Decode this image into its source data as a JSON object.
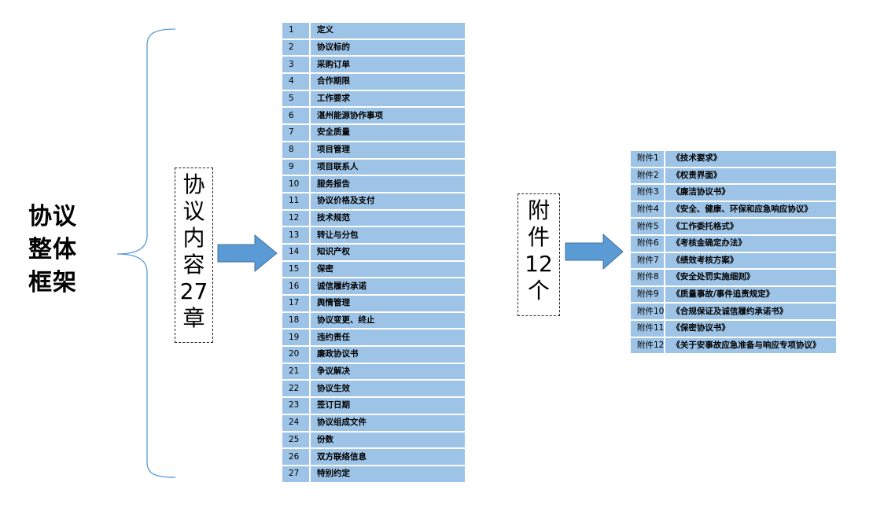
{
  "title_lines": [
    "协议",
    "整体",
    "框架"
  ],
  "contents_label": [
    "协",
    "议",
    "内",
    "容",
    "27",
    "章"
  ],
  "annex_label": [
    "附",
    "件",
    "12",
    "个"
  ],
  "chapters": [
    {
      "num": "1",
      "name": "定义"
    },
    {
      "num": "2",
      "name": "协议标的"
    },
    {
      "num": "3",
      "name": "采购订单"
    },
    {
      "num": "4",
      "name": "合作期限"
    },
    {
      "num": "5",
      "name": "工作要求"
    },
    {
      "num": "6",
      "name": "湛州能源协作事项"
    },
    {
      "num": "7",
      "name": "安全质量"
    },
    {
      "num": "8",
      "name": "项目管理"
    },
    {
      "num": "9",
      "name": "项目联系人"
    },
    {
      "num": "10",
      "name": "服务报告"
    },
    {
      "num": "11",
      "name": "协议价格及支付"
    },
    {
      "num": "12",
      "name": "技术规范"
    },
    {
      "num": "13",
      "name": "转让与分包"
    },
    {
      "num": "14",
      "name": "知识产权"
    },
    {
      "num": "15",
      "name": "保密"
    },
    {
      "num": "16",
      "name": "诚信履约承诺"
    },
    {
      "num": "17",
      "name": "舆情管理"
    },
    {
      "num": "18",
      "name": "协议变更、终止"
    },
    {
      "num": "19",
      "name": "违约责任"
    },
    {
      "num": "20",
      "name": "廉政协议书"
    },
    {
      "num": "21",
      "name": "争议解决"
    },
    {
      "num": "22",
      "name": "协议生效"
    },
    {
      "num": "23",
      "name": "签订日期"
    },
    {
      "num": "24",
      "name": "协议组成文件"
    },
    {
      "num": "25",
      "name": "份数"
    },
    {
      "num": "26",
      "name": "双方联络信息"
    },
    {
      "num": "27",
      "name": "特别约定"
    }
  ],
  "annexes": [
    {
      "num": "附件1",
      "name": "《技术要求》"
    },
    {
      "num": "附件2",
      "name": "《权责界面》"
    },
    {
      "num": "附件3",
      "name": "《廉洁协议书》"
    },
    {
      "num": "附件4",
      "name": "《安全、健康、环保和应急响应协议》"
    },
    {
      "num": "附件5",
      "name": "《工作委托格式》"
    },
    {
      "num": "附件6",
      "name": "《考核金确定办法》"
    },
    {
      "num": "附件7",
      "name": "《绩效考核方案》"
    },
    {
      "num": "附件8",
      "name": "《安全处罚实施细则》"
    },
    {
      "num": "附件9",
      "name": "《质量事故/事件追责规定》"
    },
    {
      "num": "附件10",
      "name": "《合规保证及诚信履约承诺书》"
    },
    {
      "num": "附件11",
      "name": "《保密协议书》"
    },
    {
      "num": "附件12",
      "name": "《关于安事故应急准备与响应专项协议》"
    }
  ],
  "colors": {
    "table_fill": "#9dc3e6",
    "arrow_fill": "#5b9bd5",
    "brace_stroke": "#5b9bd5"
  }
}
